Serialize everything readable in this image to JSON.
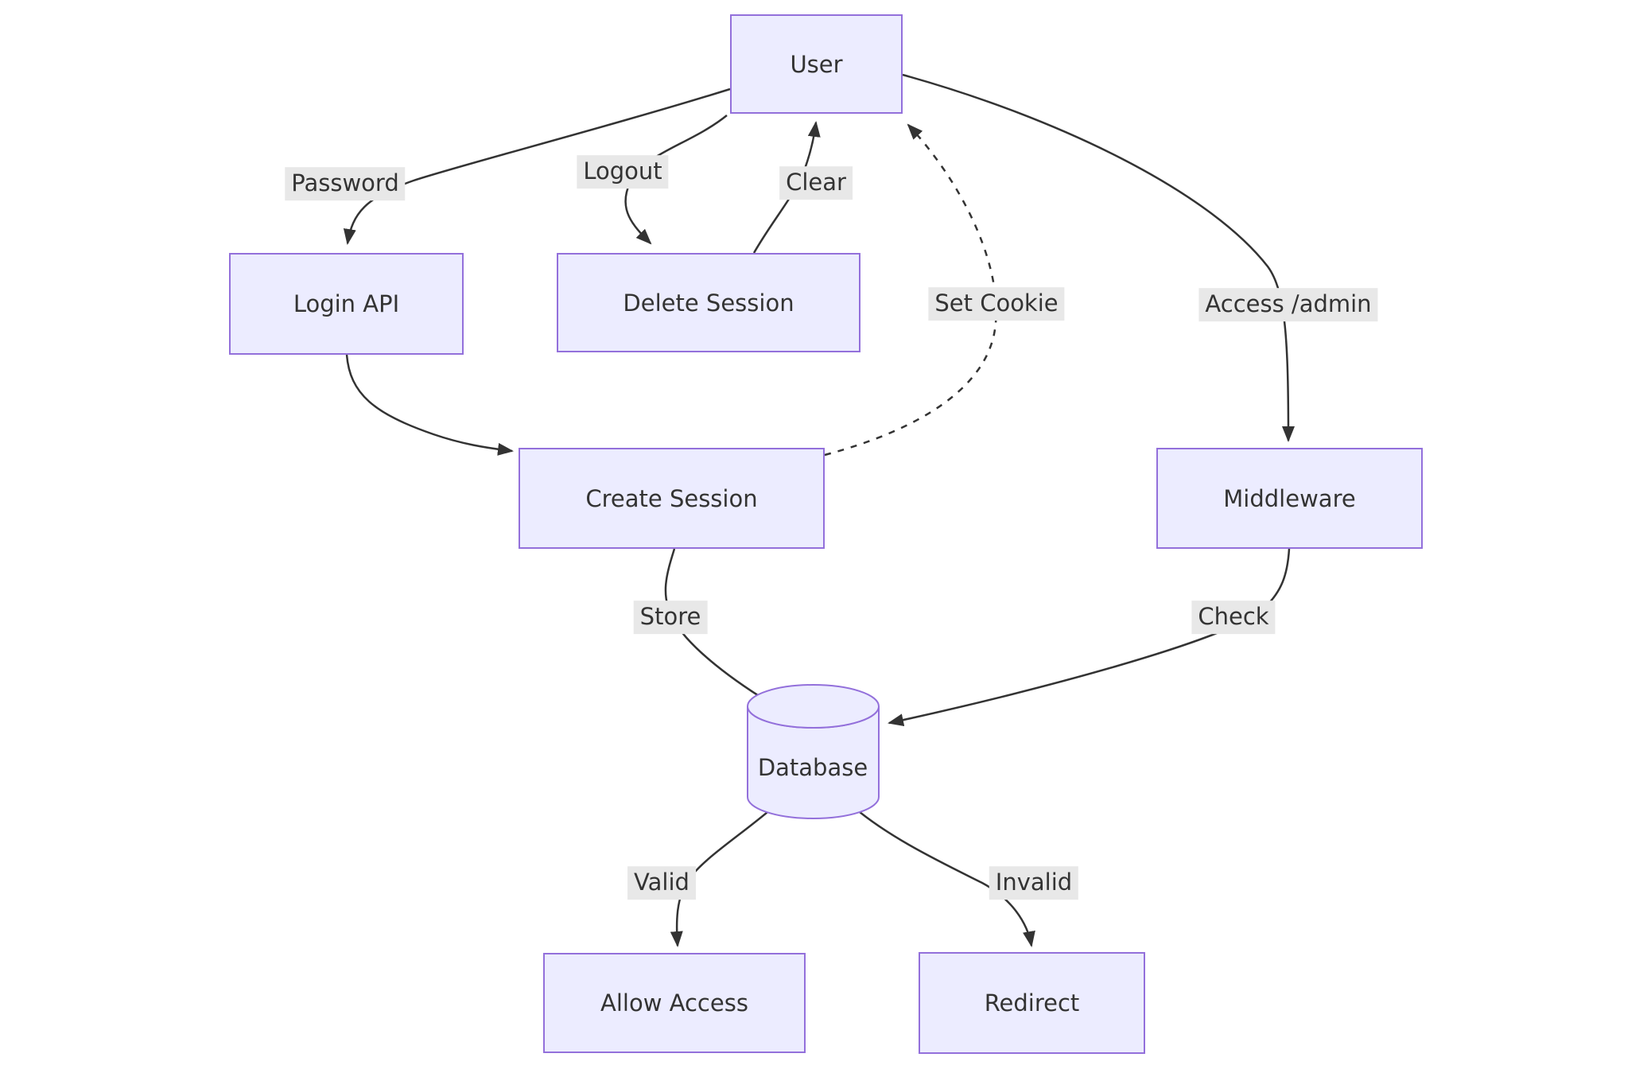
{
  "diagram": {
    "type": "flowchart",
    "colors": {
      "node_fill": "#ECECFF",
      "node_border": "#9370DB",
      "edge_color": "#333333",
      "text_color": "#333333",
      "label_bg": "#e8e8e8",
      "background": "#ffffff"
    },
    "nodes": [
      {
        "id": "user",
        "label": "User",
        "shape": "rect"
      },
      {
        "id": "login-api",
        "label": "Login API",
        "shape": "rect"
      },
      {
        "id": "delete-session",
        "label": "Delete Session",
        "shape": "rect"
      },
      {
        "id": "create-session",
        "label": "Create Session",
        "shape": "rect"
      },
      {
        "id": "middleware",
        "label": "Middleware",
        "shape": "rect"
      },
      {
        "id": "database",
        "label": "Database",
        "shape": "cylinder"
      },
      {
        "id": "allow-access",
        "label": "Allow Access",
        "shape": "rect"
      },
      {
        "id": "redirect",
        "label": "Redirect",
        "shape": "rect"
      }
    ],
    "edges": [
      {
        "from": "user",
        "to": "login-api",
        "label": "Password",
        "style": "solid"
      },
      {
        "from": "user",
        "to": "delete-session",
        "label": "Logout",
        "style": "solid"
      },
      {
        "from": "delete-session",
        "to": "user",
        "label": "Clear",
        "style": "solid"
      },
      {
        "from": "create-session",
        "to": "user",
        "label": "Set Cookie",
        "style": "dashed"
      },
      {
        "from": "user",
        "to": "middleware",
        "label": "Access /admin",
        "style": "solid"
      },
      {
        "from": "login-api",
        "to": "create-session",
        "label": "",
        "style": "solid"
      },
      {
        "from": "create-session",
        "to": "database",
        "label": "Store",
        "style": "solid"
      },
      {
        "from": "middleware",
        "to": "database",
        "label": "Check",
        "style": "solid"
      },
      {
        "from": "database",
        "to": "allow-access",
        "label": "Valid",
        "style": "solid"
      },
      {
        "from": "database",
        "to": "redirect",
        "label": "Invalid",
        "style": "solid"
      }
    ]
  }
}
